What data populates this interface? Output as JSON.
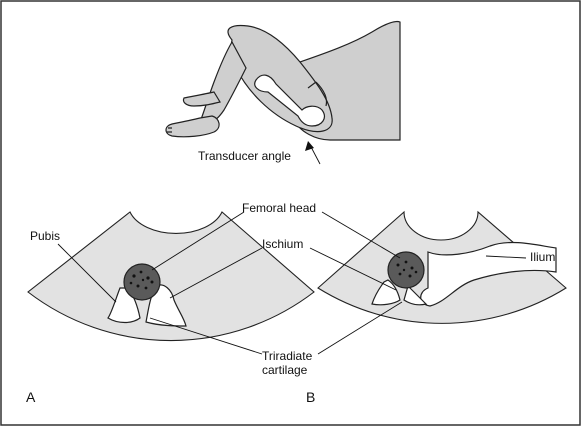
{
  "labels": {
    "transducer_angle": "Transducer angle",
    "femoral_head": "Femoral head",
    "pubis": "Pubis",
    "ischium": "Ischium",
    "ilium": "Ilium",
    "triradiate_line1": "Triradiate",
    "triradiate_line2": "cartilage",
    "panel_a": "A",
    "panel_b": "B"
  }
}
